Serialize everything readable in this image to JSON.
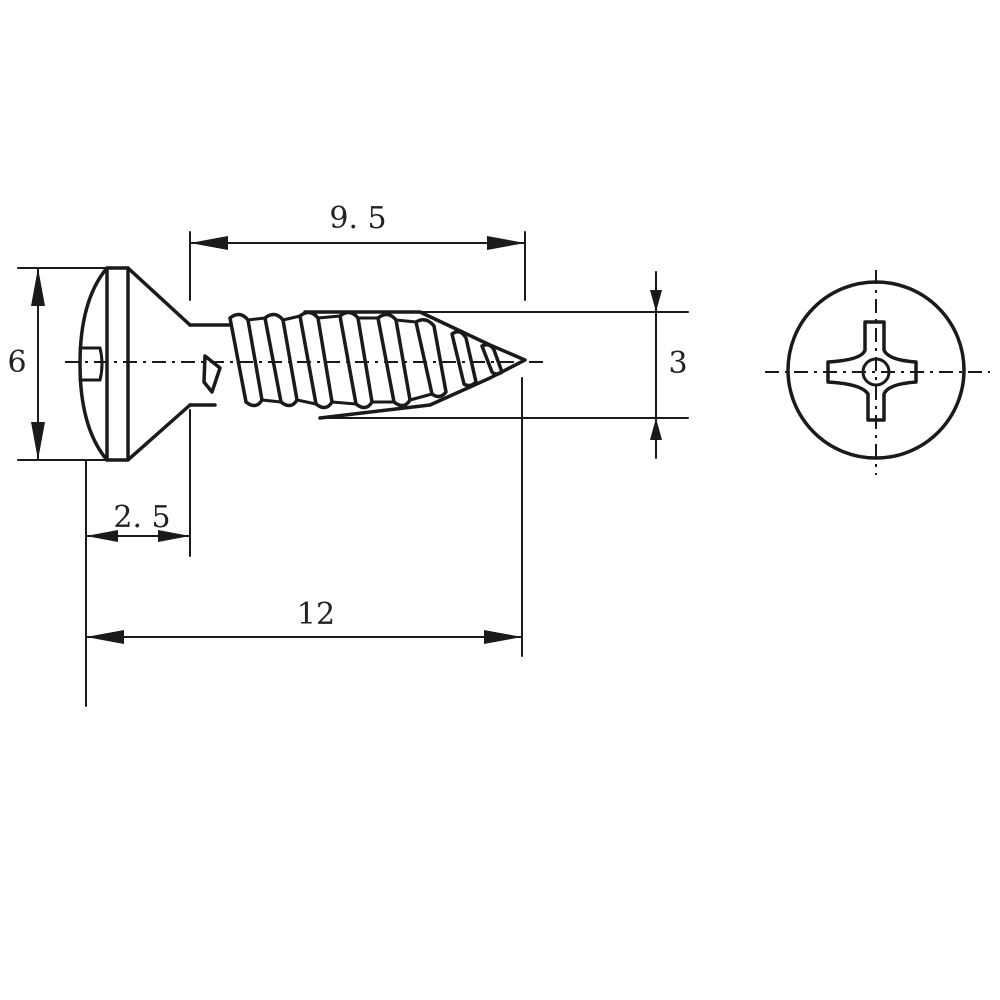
{
  "dimensions": {
    "thread_length": "9. 5",
    "head_diameter": "6",
    "shank_diameter": "3",
    "head_height": "2. 5",
    "overall_length": "12"
  }
}
